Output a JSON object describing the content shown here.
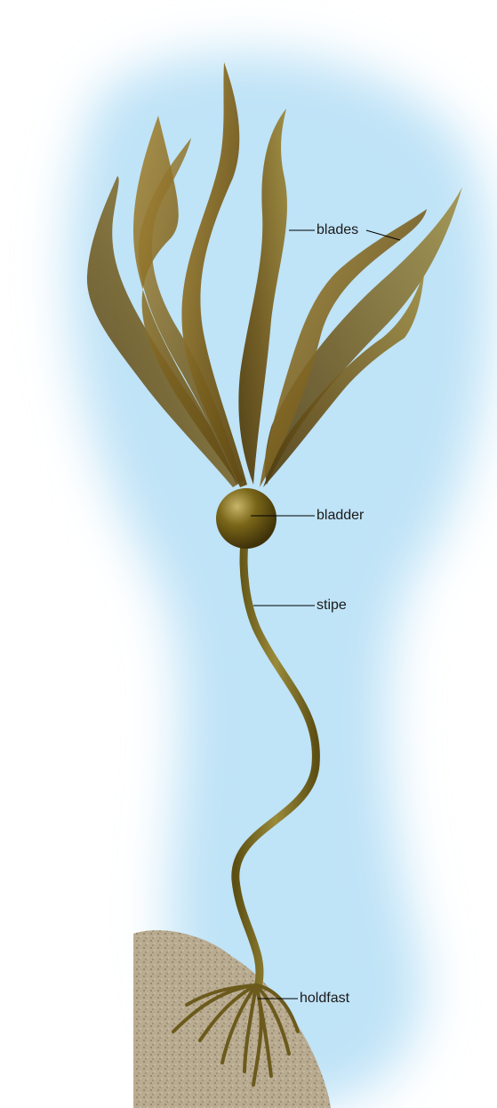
{
  "diagram": {
    "labels": {
      "blades": "blades",
      "bladder": "bladder",
      "stipe": "stipe",
      "holdfast": "holdfast"
    }
  },
  "colors": {
    "water": "#bfe3f7",
    "blade_dark": "#6b5416",
    "blade_light": "#a8893a",
    "stipe": "#7a6a1e",
    "bladder": "#6b5a12",
    "rock": "#b7a98e",
    "label_text": "#1a1a1a",
    "leader_line": "#000000"
  }
}
